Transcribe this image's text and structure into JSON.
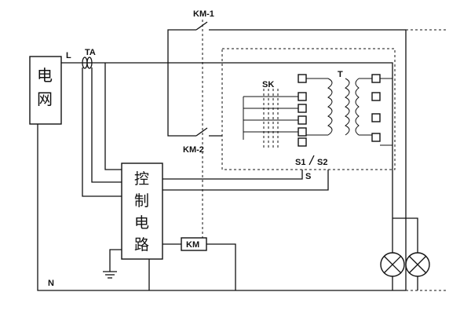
{
  "labels": {
    "grid": [
      "电",
      "网"
    ],
    "control": [
      "控",
      "制",
      "电",
      "路"
    ],
    "L": "L",
    "N": "N",
    "TA": "TA",
    "KM1": "KM-1",
    "KM2": "KM-2",
    "SK": "SK",
    "T": "T",
    "S1": "S1",
    "S2": "S2",
    "S": "S",
    "KM": "KM"
  },
  "colors": {
    "line": "#111111",
    "background": "#ffffff"
  },
  "icons": [
    "ground-icon",
    "lamp-icon"
  ]
}
